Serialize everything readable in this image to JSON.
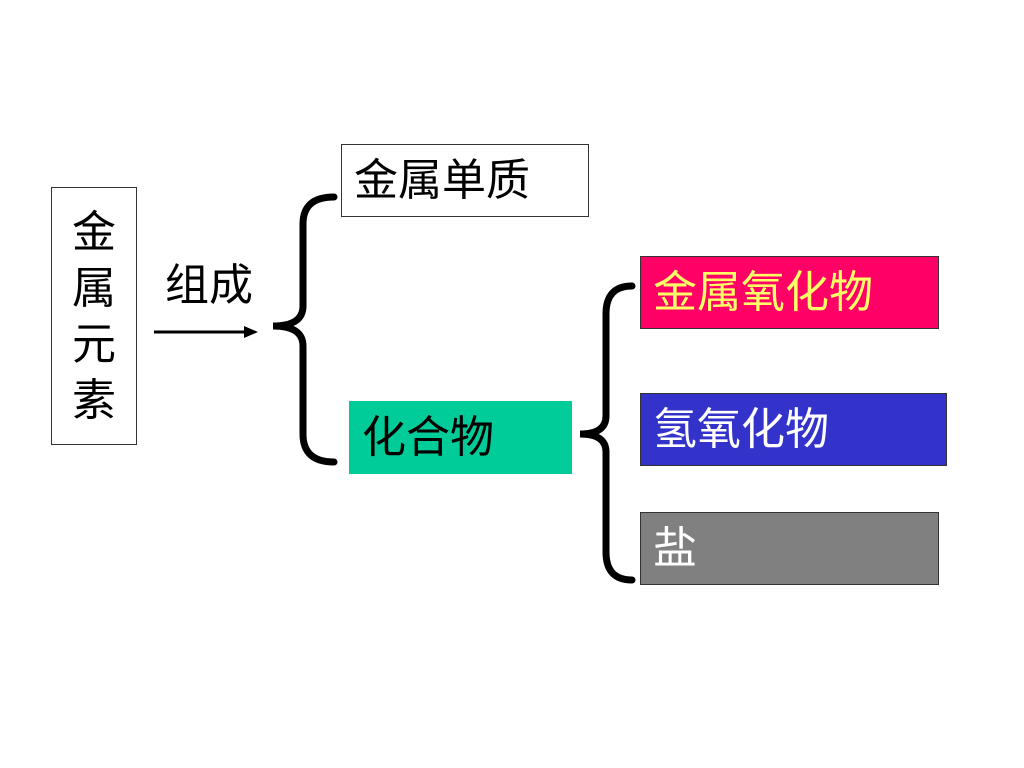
{
  "root": {
    "chars": [
      "金",
      "属",
      "元",
      "素"
    ]
  },
  "relation": {
    "label": "组成"
  },
  "branch1": {
    "elemental": "金属单质",
    "compound": "化合物"
  },
  "branch2": {
    "oxide": "金属氧化物",
    "hydroxide": "氢氧化物",
    "salt": "盐"
  },
  "colors": {
    "compound_bg": "#00cc99",
    "oxide_bg": "#ff0066",
    "oxide_text": "#ffff66",
    "hydroxide_bg": "#3333cc",
    "hydroxide_text": "#ffffff",
    "salt_bg": "#808080",
    "salt_text": "#ffffff",
    "line": "#000000"
  }
}
